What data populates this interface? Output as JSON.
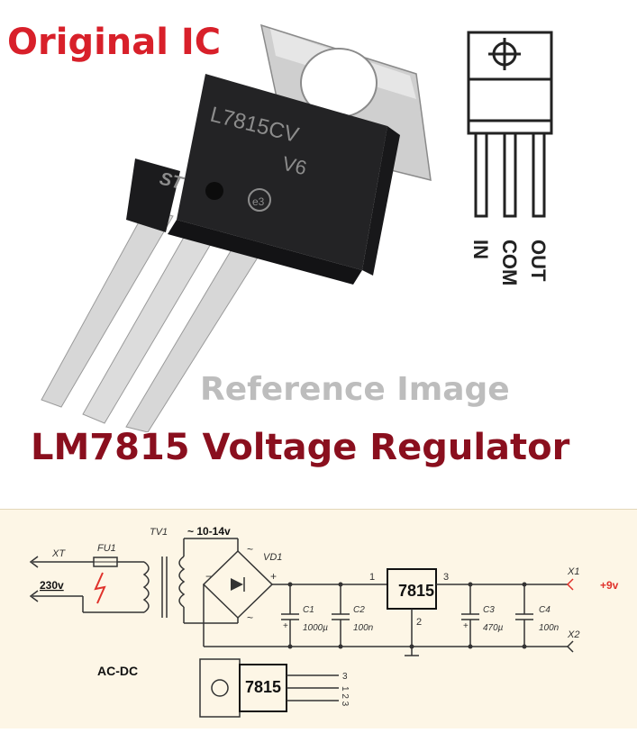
{
  "labels": {
    "original": "Original IC",
    "reference": "Reference Image",
    "title": "LM7815 Voltage Regulator"
  },
  "chip": {
    "marking_line1": "L7815CV",
    "marking_line2": "V6",
    "logo": "ST",
    "badge": "e3"
  },
  "pinout": {
    "pin1": "IN",
    "pin2": "COM",
    "pin3": "OUT"
  },
  "schematic": {
    "xt": "XT",
    "mains_voltage": "230v",
    "fuse": "FU1",
    "transformer": "TV1",
    "secondary_voltage": "~ 10-14v",
    "tilde_top": "~",
    "tilde_bottom": "~",
    "minus": "−",
    "plus": "+",
    "bridge": "VD1",
    "c1_name": "C1",
    "c1_value": "1000µ",
    "c2_name": "C2",
    "c2_value": "100n",
    "regulator": "7815",
    "pin1_num": "1",
    "pin2_num": "2",
    "pin3_num": "3",
    "c3_name": "C3",
    "c3_value": "470µ",
    "c4_name": "C4",
    "c4_value": "100n",
    "x1": "X1",
    "x2": "X2",
    "output_voltage": "+9v",
    "caption": "AC-DC",
    "package_label": "7815",
    "pkg_pins_top": "3",
    "pkg_pins_bottom": "1 2 3"
  },
  "colors": {
    "original_red": "#d8202a",
    "title_maroon": "#8a0f1e",
    "reference_gray": "#bdbdbd",
    "schematic_bg": "#fdf6e6",
    "output_red": "#e0322b"
  }
}
